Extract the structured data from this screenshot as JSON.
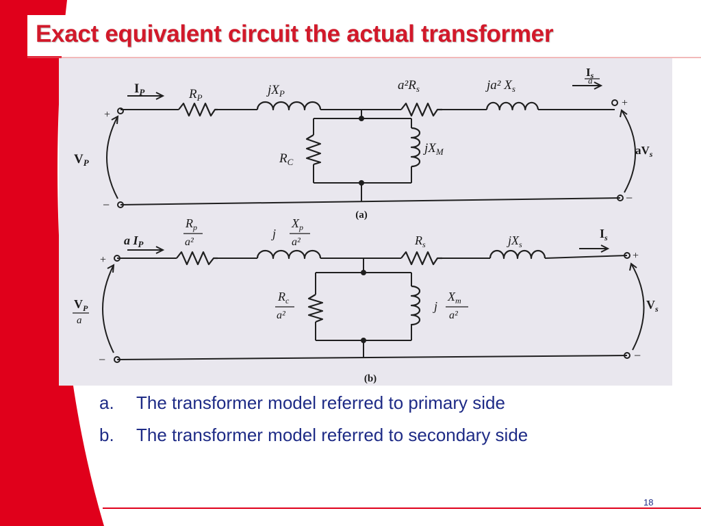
{
  "slide": {
    "title": "Exact equivalent circuit the actual transformer",
    "captions": [
      {
        "marker": "a.",
        "text": "The transformer model referred to primary side"
      },
      {
        "marker": "b.",
        "text": "The transformer model referred to secondary side"
      }
    ],
    "page_number": "18"
  },
  "figure": {
    "circuit_a": {
      "label": "(a)",
      "current_primary": "I",
      "current_primary_sub": "P",
      "current_secondary_num": "I",
      "current_secondary_sub": "s",
      "current_secondary_den": "a",
      "voltage_primary": "V",
      "voltage_primary_sub": "P",
      "voltage_secondary": "aV",
      "voltage_secondary_sub": "s",
      "rp": "R",
      "rp_sub": "P",
      "xp": "jX",
      "xp_sub": "P",
      "rs": "a²R",
      "rs_sub": "s",
      "xs": "ja² X",
      "xs_sub": "s",
      "rc": "R",
      "rc_sub": "C",
      "xm": "jX",
      "xm_sub": "M",
      "plus": "+",
      "minus": "−"
    },
    "circuit_b": {
      "label": "(b)",
      "current_primary": "a I",
      "current_primary_sub": "P",
      "current_secondary": "I",
      "current_secondary_sub": "s",
      "voltage_primary_num": "V",
      "voltage_primary_sub": "P",
      "voltage_primary_den": "a",
      "voltage_secondary": "V",
      "voltage_secondary_sub": "s",
      "rp_num": "R",
      "rp_sub": "p",
      "rp_den": "a²",
      "xp_j": "j",
      "xp_num": "X",
      "xp_sub": "p",
      "xp_den": "a²",
      "rs": "R",
      "rs_sub": "s",
      "xs": "jX",
      "xs_sub": "s",
      "rc_num": "R",
      "rc_sub": "c",
      "rc_den": "a²",
      "xm_j": "j",
      "xm_num": "X",
      "xm_sub": "m",
      "xm_den": "a²",
      "plus": "+",
      "minus": "−"
    }
  },
  "colors": {
    "title": "#d2192a",
    "caption": "#1e2b86",
    "accent_red": "#e0001b",
    "figure_bg": "#e9e7ee"
  }
}
